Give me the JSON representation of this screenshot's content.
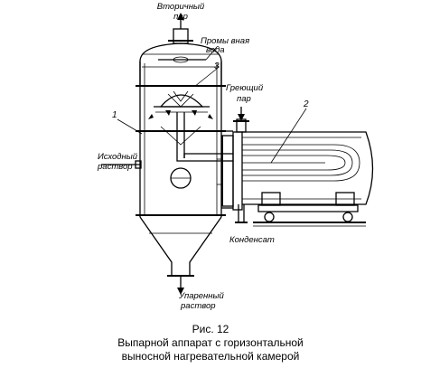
{
  "labels": {
    "secondary_steam_1": "Вторичный",
    "secondary_steam_2": "пар",
    "wash_water_1": "Промы вная",
    "wash_water_2": "вода",
    "heating_steam_1": "Греющий",
    "heating_steam_2": "пар",
    "initial_solution_1": "Исходный",
    "initial_solution_2": "раствор",
    "condensate": "Конденсат",
    "evaporated_solution_1": "Упаренный",
    "evaporated_solution_2": "раствор",
    "num_1": "1",
    "num_2": "2",
    "num_3": "3"
  },
  "caption": {
    "figure": "Рис. 12",
    "line1": "Выпарной аппарат с горизонтальной",
    "line2": "выносной нагревательной камерой"
  }
}
